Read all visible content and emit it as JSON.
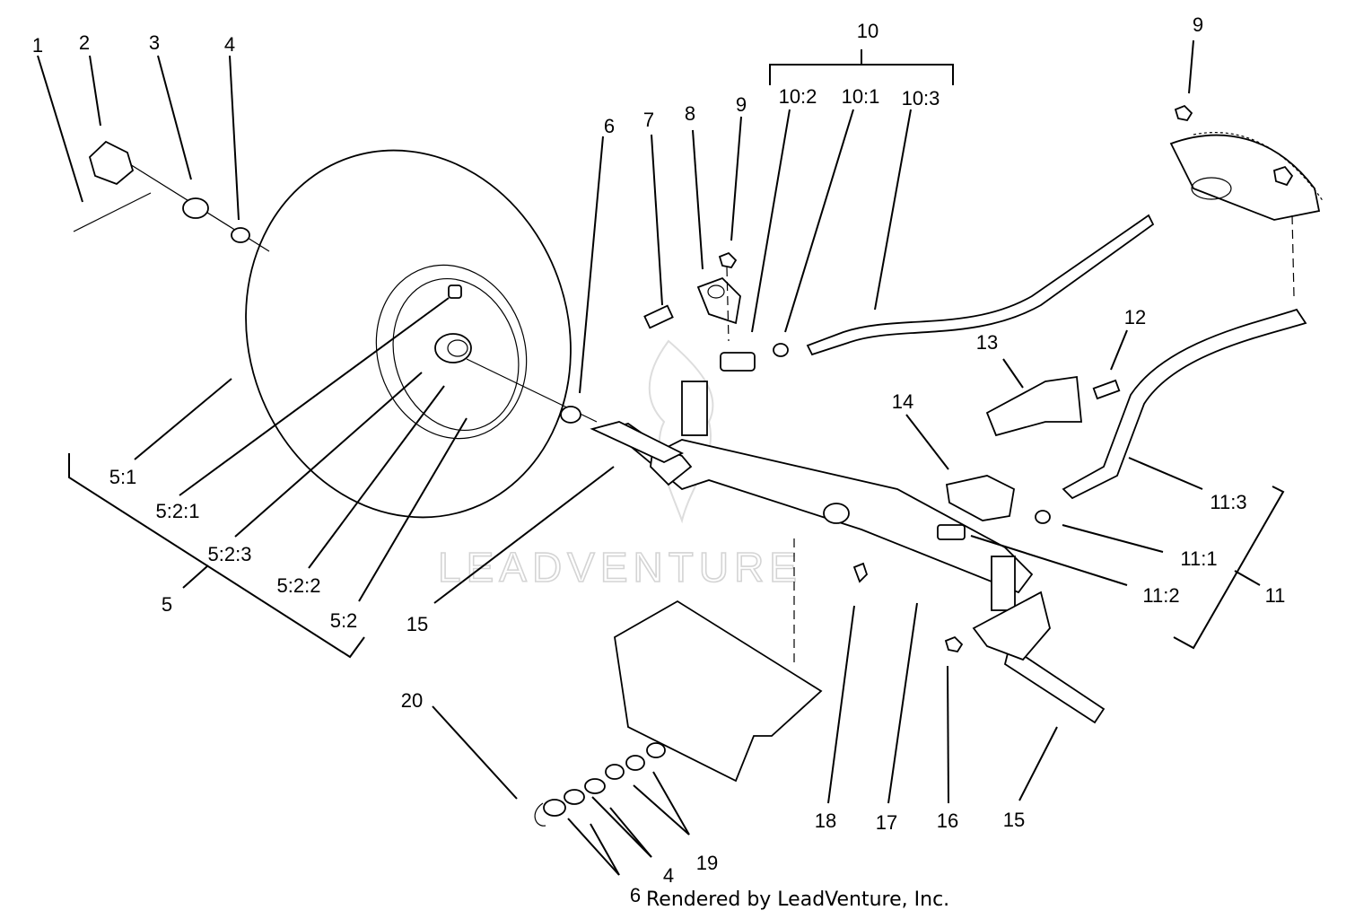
{
  "diagram": {
    "callouts": {
      "p1": "1",
      "p2": "2",
      "p3": "3",
      "p4_top": "4",
      "p6_top": "6",
      "p7": "7",
      "p8": "8",
      "p9_mid": "9",
      "p10": "10",
      "p10_2": "10:2",
      "p10_1": "10:1",
      "p10_3": "10:3",
      "p9_right": "9",
      "p13": "13",
      "p12": "12",
      "p14": "14",
      "p5_1": "5:1",
      "p5_2_1": "5:2:1",
      "p5_2_3": "5:2:3",
      "p5": "5",
      "p5_2_2": "5:2:2",
      "p5_2": "5:2",
      "p15_left": "15",
      "p11_3": "11:3",
      "p11_1": "11:1",
      "p11_2": "11:2",
      "p11": "11",
      "p20": "20",
      "p18": "18",
      "p17": "17",
      "p16": "16",
      "p15_right": "15",
      "p19": "19",
      "p4_bottom": "4",
      "p6_bottom": "6"
    },
    "watermark": "LEADVENTURE",
    "footer_credit": "Rendered by LeadVenture, Inc."
  }
}
